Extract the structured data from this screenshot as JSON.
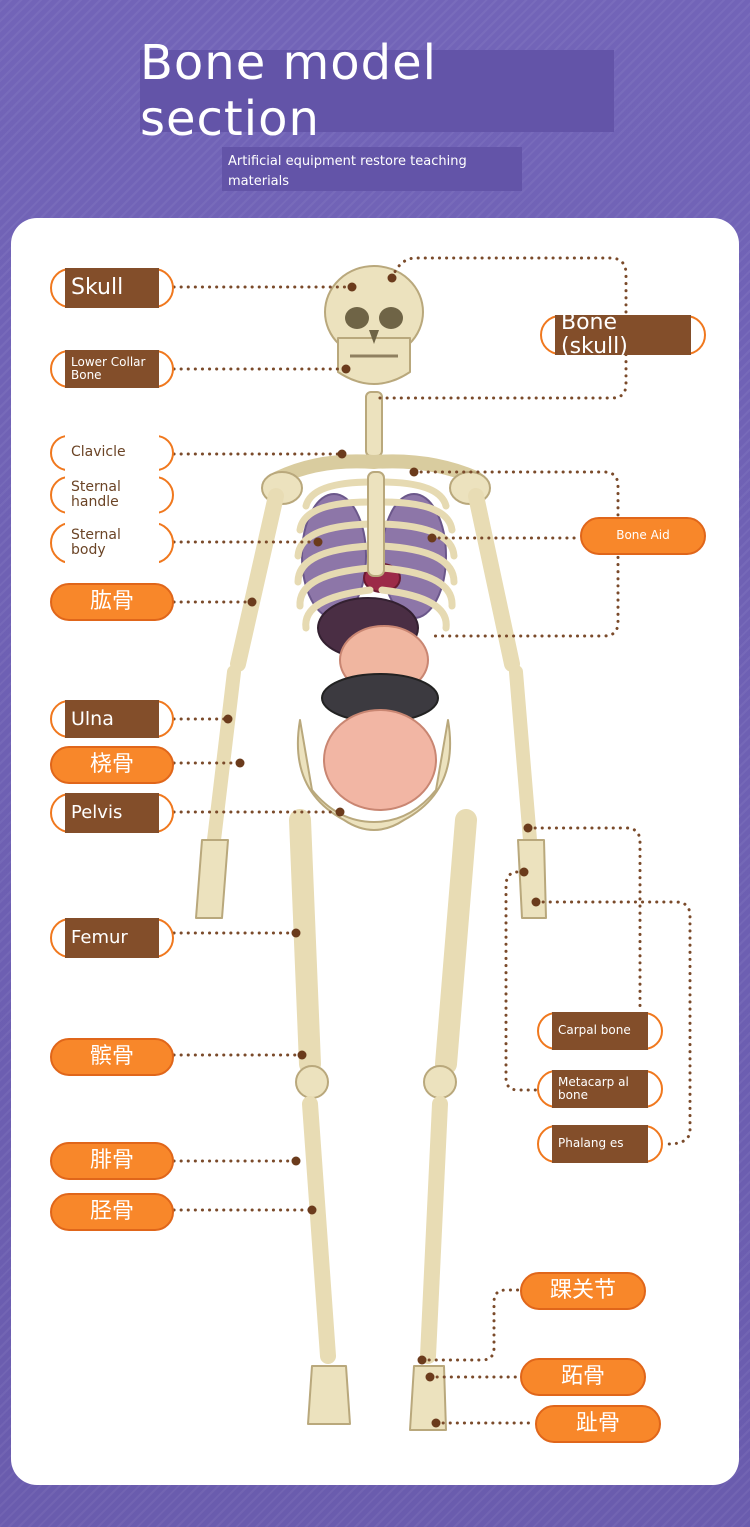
{
  "header": {
    "title": "Bone model section",
    "subtitle": "Artificial equipment restore teaching materials"
  },
  "labels": {
    "skull": "Skull",
    "bone_skull": "Bone (skull)",
    "lower_collar_bone": "Lower Collar Bone",
    "clavicle": "Clavicle",
    "sternal_handle": "Sternal handle",
    "sternal_body": "Sternal body",
    "bone_aid": "Bone Aid",
    "humerus": "肱骨",
    "ulna": "Ulna",
    "radius": "桡骨",
    "pelvis": "Pelvis",
    "femur": "Femur",
    "patella": "髌骨",
    "fibula": "腓骨",
    "tibia": "胫骨",
    "carpal_bone": "Carpal bone",
    "metacarpal_bone": "Metacarp al bone",
    "phalanges": "Phalang es",
    "ankle_joint": "踝关节",
    "metatarsal": "跖骨",
    "toe_bone": "趾骨"
  },
  "colors": {
    "background": "#6e60b2",
    "label_orange": "#f8872a",
    "label_brown": "#834e2a",
    "leader_line": "#7a4a2a",
    "bone": "#ece2be",
    "lung": "#8d76a8",
    "intestine": "#f2b6a4"
  }
}
